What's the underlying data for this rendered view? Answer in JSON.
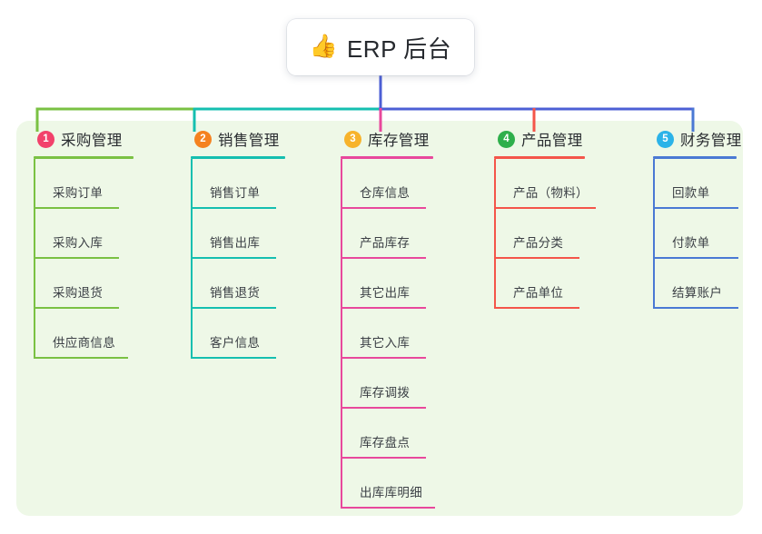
{
  "root": {
    "icon": "thumbs-up-icon",
    "icon_glyph": "👍",
    "label": "ERP 后台"
  },
  "palette": {
    "panel_bg": "#eef8e7",
    "page_bg": "#ffffff",
    "root_stem": "#4c5fd5",
    "bus_segment_1": "#7ac143",
    "bus_segment_2": "#15bfb0",
    "bus_segment_3": "#4c5fd5"
  },
  "columns": [
    {
      "index": "1",
      "badge_color": "#f2416b",
      "line_color": "#7ac143",
      "title": "采购管理",
      "items": [
        "采购订单",
        "采购入库",
        "采购退货",
        "供应商信息"
      ]
    },
    {
      "index": "2",
      "badge_color": "#f5821f",
      "line_color": "#15bfb0",
      "title": "销售管理",
      "items": [
        "销售订单",
        "销售出库",
        "销售退货",
        "客户信息"
      ]
    },
    {
      "index": "3",
      "badge_color": "#f7b32b",
      "line_color": "#e8489c",
      "title": "库存管理",
      "items": [
        "仓库信息",
        "产品库存",
        "其它出库",
        "其它入库",
        "库存调拨",
        "库存盘点",
        "出库库明细"
      ]
    },
    {
      "index": "4",
      "badge_color": "#2eaf4b",
      "line_color": "#f4554a",
      "title": "产品管理",
      "items": [
        "产品（物料）",
        "产品分类",
        "产品单位"
      ]
    },
    {
      "index": "5",
      "badge_color": "#2bb3e8",
      "line_color": "#4a79d4",
      "title": "财务管理",
      "items": [
        "回款单",
        "付款单",
        "结算账户"
      ]
    }
  ]
}
